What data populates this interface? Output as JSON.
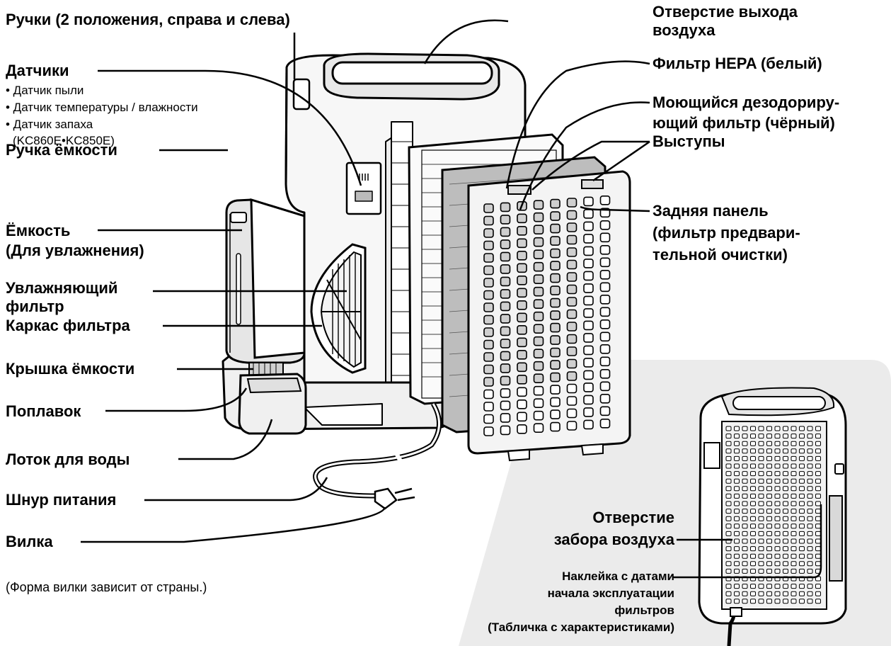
{
  "labels": {
    "handles": "Ручки (2 положения, справа и слева)",
    "sensors_title": "Датчики",
    "sensors_items": [
      "• Датчик пыли",
      "• Датчик температуры / влажности",
      "• Датчик запаха",
      "(KC860E•KC850E)"
    ],
    "tank_handle": "Ручка ёмкости",
    "tank_line1": "Ёмкость",
    "tank_line2": "(Для увлажнения)",
    "humid_filter_line1": "Увлажняющий",
    "humid_filter_line2": "фильтр",
    "filter_frame": "Каркас фильтра",
    "tank_cap": "Крышка ёмкости",
    "float": "Поплавок",
    "water_tray": "Лоток для воды",
    "power_cord": "Шнур питания",
    "plug": "Вилка",
    "plug_note": "(Форма вилки зависит от страны.)",
    "air_outlet_line1": "Отверстие выхода",
    "air_outlet_line2": "воздуха",
    "hepa_filter": "Фильтр HEPA (белый)",
    "deodor_line1": "Моющийся дезодориру-",
    "deodor_line2": "ющий фильтр (чёрный)",
    "tabs": "Выступы",
    "back_panel_line1": "Задняя панель",
    "back_panel_line2": "(фильтр предвари-",
    "back_panel_line3": "тельной очистки)",
    "air_intake_line1": "Отверстие",
    "air_intake_line2": "забора воздуха",
    "sticker_line1": "Наклейка с датами",
    "sticker_line2": "начала эксплуатации",
    "sticker_line3": "фильтров",
    "sticker_line4": "(Табличка с характеристиками)"
  },
  "icons": [
    "air-purifier-exploded-view",
    "air-purifier-rear-view",
    "power-plug-icon"
  ],
  "colors": {
    "line": "#000000",
    "panel_bg": "#ebebeb",
    "body_shade": "#d9d9d9"
  }
}
